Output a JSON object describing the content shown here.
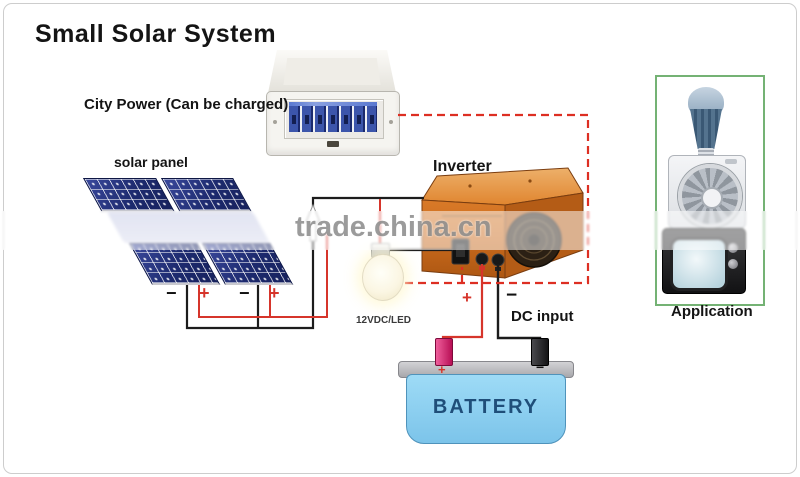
{
  "title": "Small Solar System",
  "watermark": "trade.china.cn",
  "labels": {
    "city_power": "City Power (Can be charged)",
    "solar_panel": "solar panel",
    "inverter": "Inverter",
    "bulb": "12VDC/LED",
    "dc_input": "DC input",
    "application": "Application",
    "battery": "BATTERY"
  },
  "terminals": {
    "solar": [
      "−",
      "+",
      "−",
      "+"
    ],
    "inverter_plus": "+",
    "inverter_minus": "−",
    "battery_plus": "+",
    "battery_minus": "−"
  },
  "icons": {
    "breaker_box": "circuit-breaker-box",
    "solar_array": "solar-panel-array",
    "bulb": "light-bulb",
    "inverter": "inverter-unit",
    "battery": "battery",
    "applications": [
      "led-bulb",
      "box-fan",
      "tv"
    ]
  },
  "colors": {
    "wire_positive": "#d6352b",
    "wire_negative": "#1c1c1c",
    "ac_dashed_line": "#dd2f23",
    "solar_panel_blue": "#22317e",
    "inverter_orange": "#c96a1d",
    "battery_body_blue": "#8ed1f3",
    "battery_text_blue": "#1f4e79",
    "application_border_green": "#74b274",
    "watermark_gray": "#8e8e8e"
  }
}
